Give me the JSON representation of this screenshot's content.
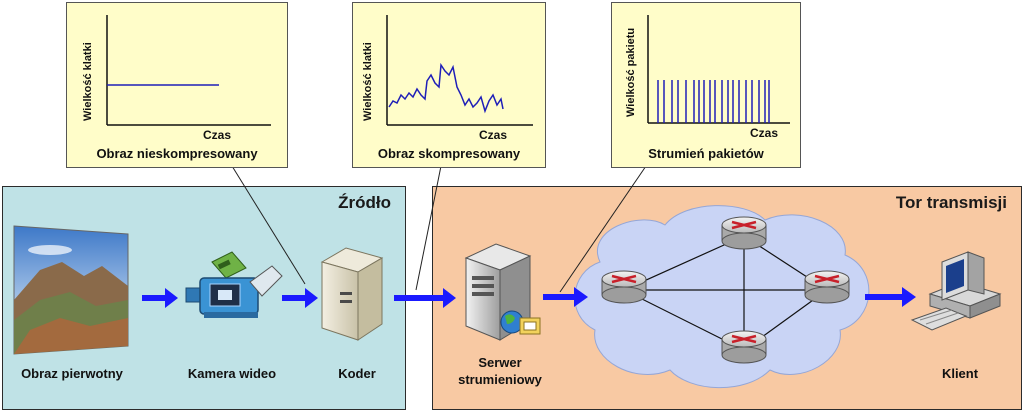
{
  "panels": {
    "source_title": "Źródło",
    "transmission_title": "Tor transmisji"
  },
  "charts": {
    "uncompressed": {
      "ylabel": "Wielkość klatki",
      "xlabel": "Czas",
      "caption": "Obraz nieskompresowany"
    },
    "compressed": {
      "ylabel": "Wielkość klatki",
      "xlabel": "Czas",
      "caption": "Obraz skompresowany"
    },
    "packets": {
      "ylabel": "Wielkość pakietu",
      "xlabel": "Czas",
      "caption": "Strumień pakietów"
    }
  },
  "nodes": {
    "original_image": "Obraz pierwotny",
    "video_camera": "Kamera wideo",
    "encoder": "Koder",
    "streaming_server_line1": "Serwer",
    "streaming_server_line2": "strumieniowy",
    "client": "Klient"
  },
  "colors": {
    "source_panel": "#bfe2e6",
    "transmission_panel": "#f8c9a3",
    "chart_box": "#fffdc9",
    "signal_line": "#1f1fb8",
    "flow_arrow": "#1a1aff",
    "cloud": "#c9d4f5"
  },
  "icons": [
    "landscape-image",
    "video-camera-icon",
    "encoder-tower-icon",
    "server-icon",
    "router-icon",
    "client-computer-icon",
    "network-cloud"
  ]
}
